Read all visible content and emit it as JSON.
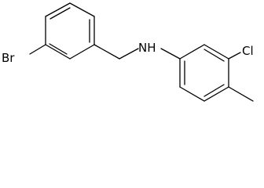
{
  "atom_labels": {
    "bromine": "Br",
    "amine": "NH",
    "chlorine": "Cl"
  }
}
